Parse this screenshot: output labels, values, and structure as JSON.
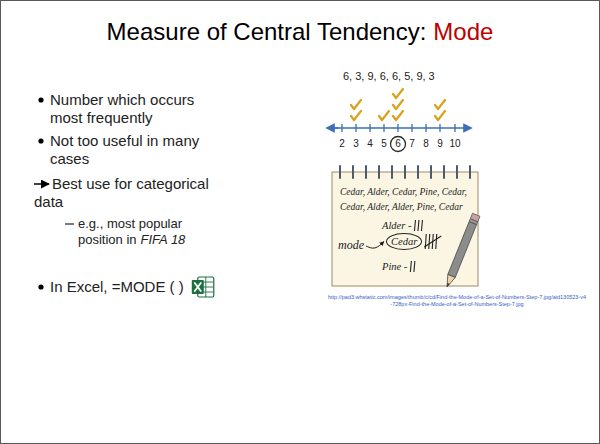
{
  "diagram": {
    "title": "Measure of Central Tendency:",
    "labels": [
      "Mode",
      "Number which occurs most frequently",
      "Not too useful in many cases",
      "Best use for categorical data",
      "e.g., most popular position in",
      "FIFA 18",
      "In Excel, =MODE ( )",
      "6, 3, 9, 6, 6, 5, 9, 3",
      "2",
      "3",
      "4",
      "5",
      "6",
      "7",
      "8",
      "9",
      "10",
      "Cedar, Alder, Cedar, Pine, Cedar,",
      "Cedar, Alder, Alder, Pine, Cedar",
      "Alder -",
      "mode",
      "Cedar",
      "Pine -",
      "http://pad3.whstatic.com/images/thumb/c/cd/Find-the-Mode-of-a-Set-of-Numbers-Step-7.jpg/aid130523-v4-728px-Find-the-Mode-of-a-Set-of-Numbers-Step-7.jpg"
    ]
  }
}
